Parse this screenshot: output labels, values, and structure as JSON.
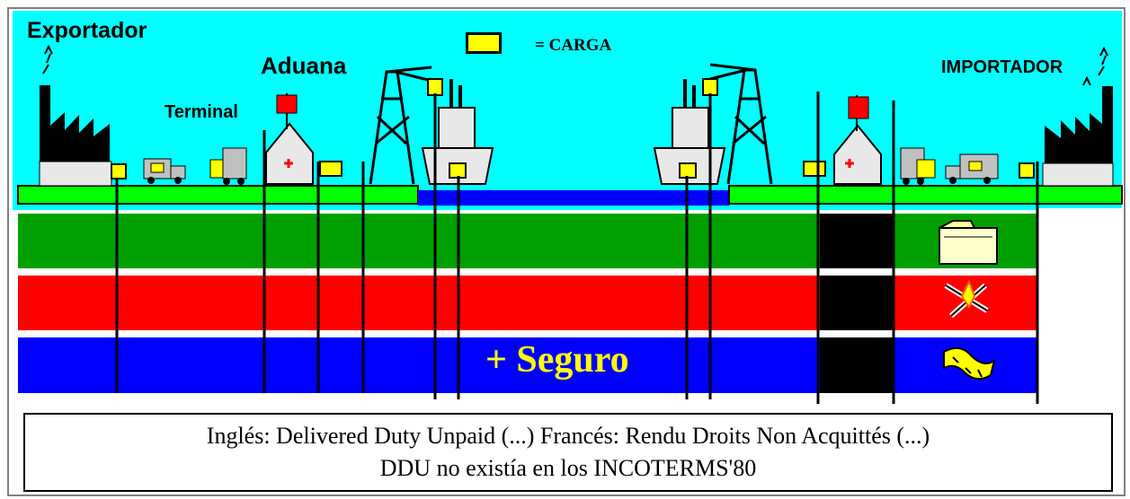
{
  "labels": {
    "exportador": "Exportador",
    "aduana": "Aduana",
    "terminal": "Terminal",
    "importador": "IMPORTADOR",
    "carga_legend": "= CARGA",
    "seguro": "+ Seguro"
  },
  "caption": {
    "line1": "Inglés: Delivered Duty Unpaid (...)  Francés: Rendu Droits Non Acquittés (...)",
    "line2": "DDU no existía en los INCOTERMS'80"
  },
  "colors": {
    "sky": "#00ffff",
    "ground": "#00ff00",
    "water": "#0000ff",
    "band_costs": "#00a000",
    "band_risks": "#ff0000",
    "band_insurance": "#0000ff",
    "cargo": "#ffff00",
    "flag": "#ff0000"
  },
  "icons": [
    "folder-icon",
    "risk-icon",
    "dragon-icon"
  ]
}
